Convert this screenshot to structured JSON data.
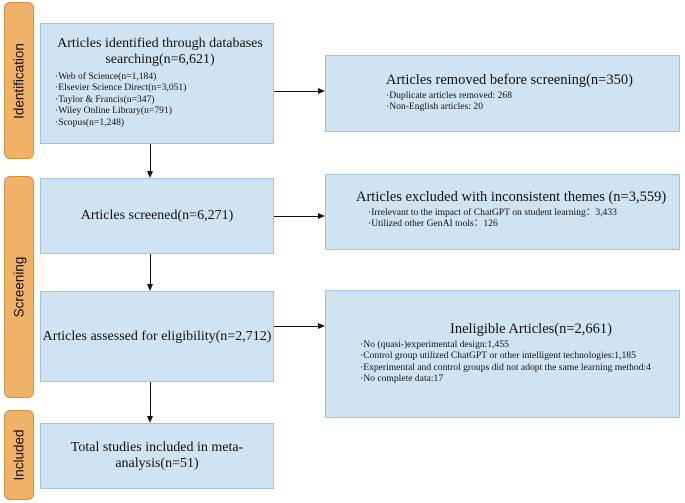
{
  "phases": {
    "identification": "Identification",
    "screening": "Screening",
    "included": "Included"
  },
  "boxes": {
    "identified": {
      "title": "Articles identified through databases searching(n=6,621)",
      "items": [
        "Web of Science(n=1,184)",
        "Elsevier Science Direct(n=3,051)",
        "Taylor & Francis(n=347)",
        "Wiley Online Library(n=791)",
        "Scopus(n=1,248)"
      ]
    },
    "removed": {
      "title": "Articles removed before screening(n=350)",
      "items": [
        "Duplicate articles removed: 268",
        "Non-English articles: 20"
      ]
    },
    "screened": {
      "title": "Articles screened(n=6,271)"
    },
    "excluded": {
      "title": "Articles excluded with inconsistent themes (n=3,559)",
      "items": [
        "Irrelevant to the impact of ChatGPT on student learning：3,433",
        "Utilized other GenAI tools：126"
      ]
    },
    "eligibility": {
      "title": "Articles assessed for eligibility(n=2,712)"
    },
    "ineligible": {
      "title": "Ineligible Articles(n=2,661)",
      "items": [
        "No (quasi-)experimental design:1,455",
        "Control group utilized ChatGPT or other intelligent technologies:1,185",
        "Experimental and control groups did not adopt the same learning method:4",
        "No complete data:17"
      ]
    },
    "included": {
      "title": "Total studies included in meta-analysis(n=51)"
    }
  },
  "colors": {
    "phase_fill": "#f0b168",
    "box_fill": "#cfe3f3",
    "arrow": "#111111"
  }
}
